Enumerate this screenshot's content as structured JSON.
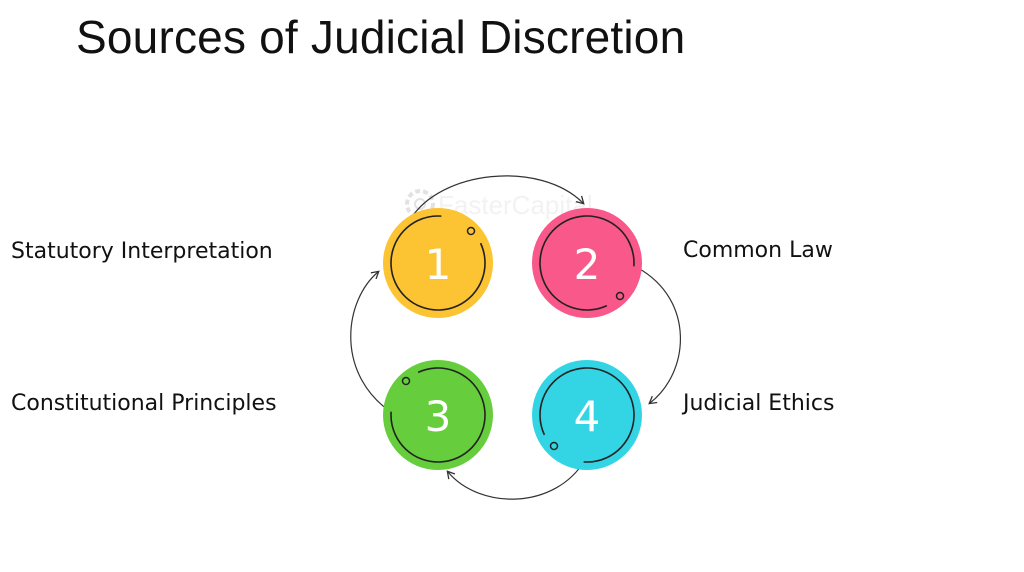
{
  "title": "Sources of Judicial Discretion",
  "watermark": "FasterCapital",
  "steps": [
    {
      "number": "1",
      "label": "Statutory Interpretation",
      "color": "#fcc332"
    },
    {
      "number": "2",
      "label": "Common Law",
      "color": "#f8588a"
    },
    {
      "number": "3",
      "label": "Constitutional Principles",
      "color": "#66cd3c"
    },
    {
      "number": "4",
      "label": "Judicial Ethics",
      "color": "#33d5e4"
    }
  ]
}
